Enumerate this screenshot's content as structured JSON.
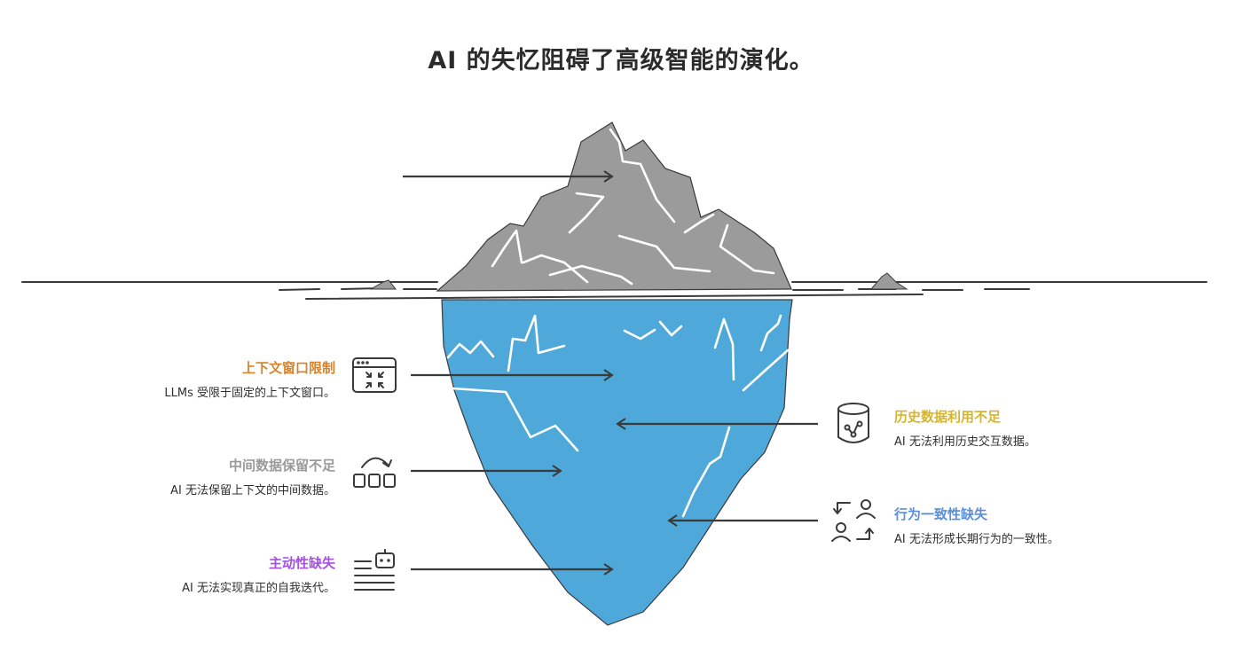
{
  "title": "AI 的失忆阻碍了高级智能的演化。",
  "colors": {
    "ice_above": "#9b9b9b",
    "ice_below": "#4ea8d9",
    "line": "#3a3a3a",
    "orange": "#d9822b",
    "gray": "#9a9a9a",
    "purple": "#a64fe0",
    "yellow": "#d6b52a",
    "blue": "#5a8fdc"
  },
  "items_left": [
    {
      "title": "上下文窗口限制",
      "desc": "LLMs 受限于固定的上下文窗口。",
      "icon": "window-compress-icon",
      "color": "#d9822b"
    },
    {
      "title": "中间数据保留不足",
      "desc": "AI 无法保留上下文的中间数据。",
      "icon": "shift-boxes-icon",
      "color": "#9a9a9a"
    },
    {
      "title": "主动性缺失",
      "desc": "AI 无法实现真正的自我迭代。",
      "icon": "robot-list-icon",
      "color": "#a64fe0"
    }
  ],
  "items_right": [
    {
      "title": "历史数据利用不足",
      "desc": "AI 无法利用历史交互数据。",
      "icon": "database-icon",
      "color": "#d6b52a"
    },
    {
      "title": "行为一致性缺失",
      "desc": "AI 无法形成长期行为的一致性。",
      "icon": "user-swap-icon",
      "color": "#5a8fdc"
    }
  ]
}
